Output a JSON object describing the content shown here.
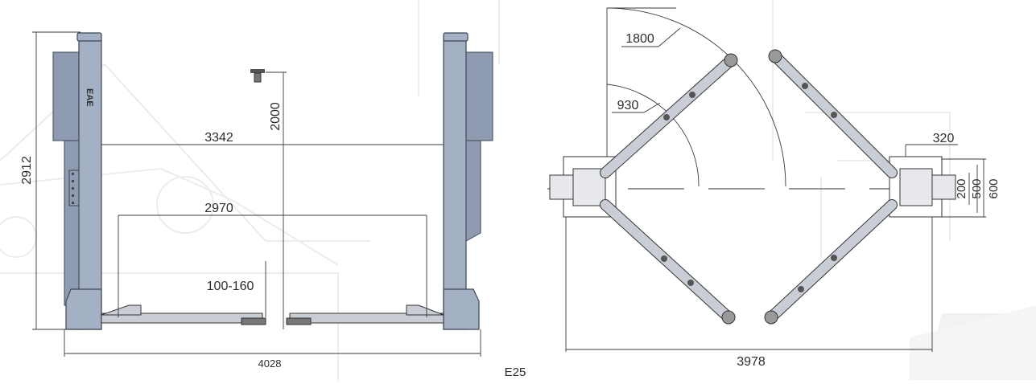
{
  "front_view": {
    "brand": "EAE",
    "dimensions": {
      "overall_height": "2912",
      "width_between_posts": "3342",
      "lift_height": "2000",
      "drive_through_width": "2970",
      "pad_height": "100-160",
      "overall_width": "4028"
    }
  },
  "model_label": "E25",
  "top_view": {
    "dimensions": {
      "arc_radius_outer": "1800",
      "arc_radius_inner": "930",
      "post_offset": "320",
      "post_depth_small": "200",
      "post_depth_mid": "500",
      "post_depth_large": "600",
      "arm_span": "3978"
    }
  },
  "colors": {
    "post_fill": "#a4b0c3",
    "arm_fill": "#c9ced6",
    "line": "#3a3a3a",
    "pad_joint": "#555555"
  }
}
